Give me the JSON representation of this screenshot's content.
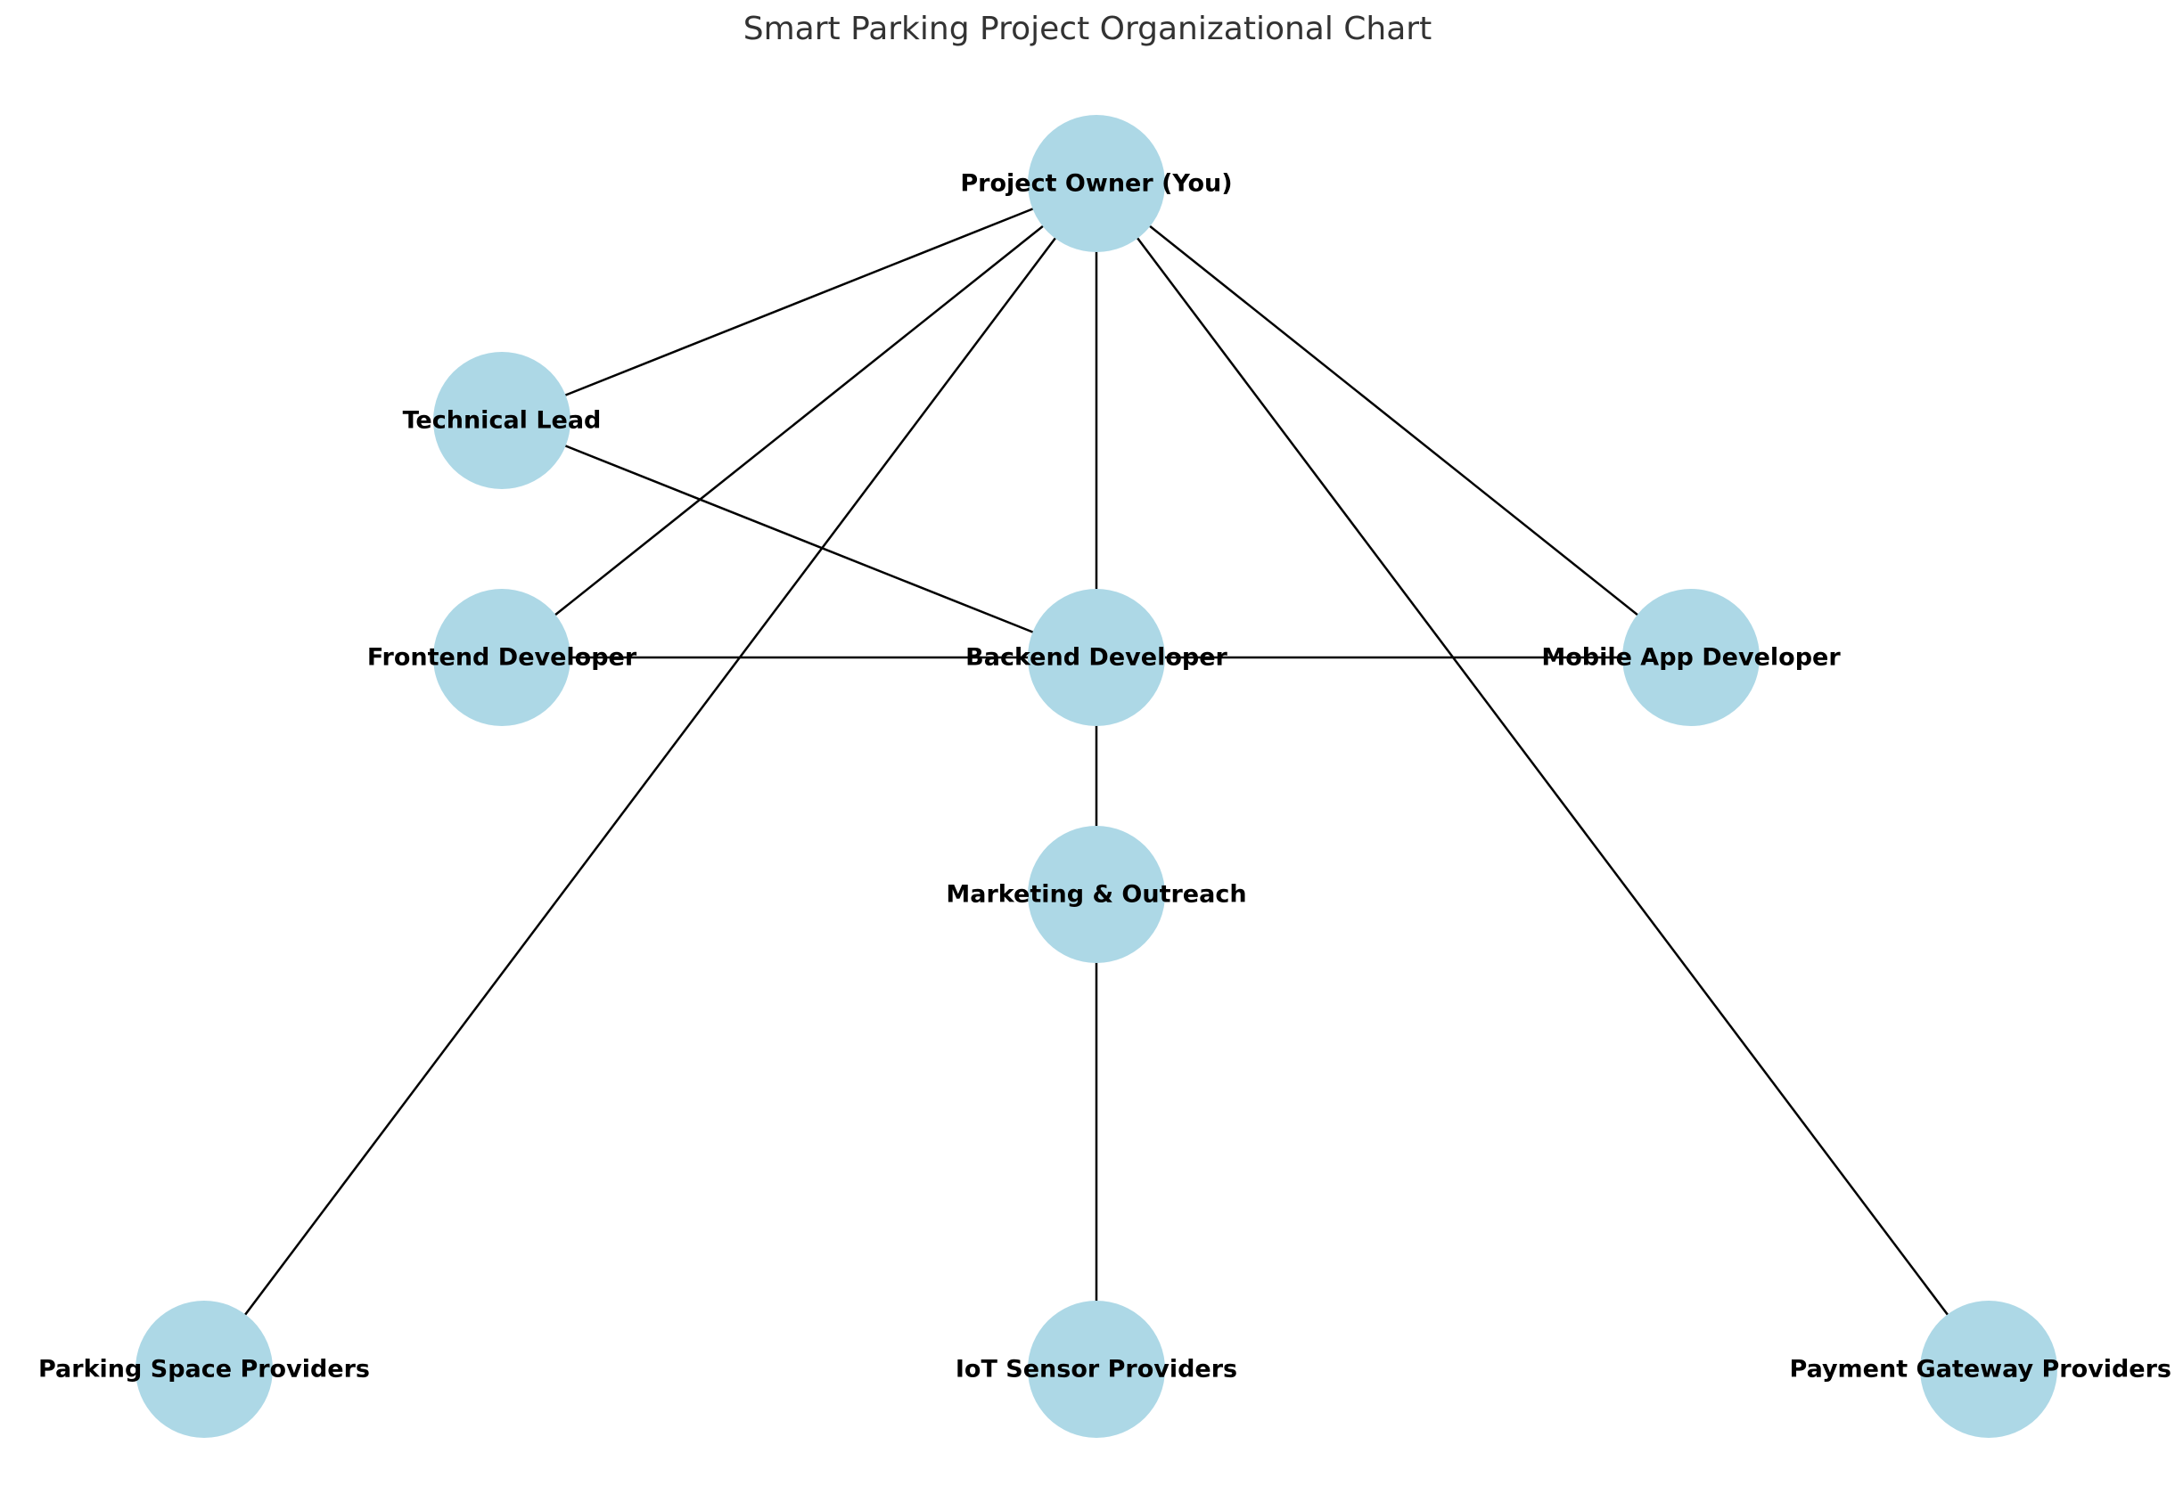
{
  "title": "Smart Parking Project Organizational Chart",
  "node_color": "#add8e6",
  "edge_color": "#000000",
  "nodes": [
    {
      "id": "owner",
      "label": "Project Owner (You)"
    },
    {
      "id": "tech",
      "label": "Technical Lead"
    },
    {
      "id": "frontend",
      "label": "Frontend Developer"
    },
    {
      "id": "backend",
      "label": "Backend Developer"
    },
    {
      "id": "mobile",
      "label": "Mobile App Developer"
    },
    {
      "id": "marketing",
      "label": "Marketing & Outreach"
    },
    {
      "id": "parking",
      "label": "Parking Space Providers"
    },
    {
      "id": "iot",
      "label": "IoT Sensor Providers"
    },
    {
      "id": "payment",
      "label": "Payment Gateway Providers"
    }
  ],
  "edges": [
    [
      "owner",
      "tech"
    ],
    [
      "owner",
      "frontend"
    ],
    [
      "owner",
      "backend"
    ],
    [
      "owner",
      "mobile"
    ],
    [
      "owner",
      "parking"
    ],
    [
      "owner",
      "payment"
    ],
    [
      "tech",
      "backend"
    ],
    [
      "frontend",
      "backend"
    ],
    [
      "backend",
      "mobile"
    ],
    [
      "backend",
      "marketing"
    ],
    [
      "marketing",
      "iot"
    ]
  ]
}
